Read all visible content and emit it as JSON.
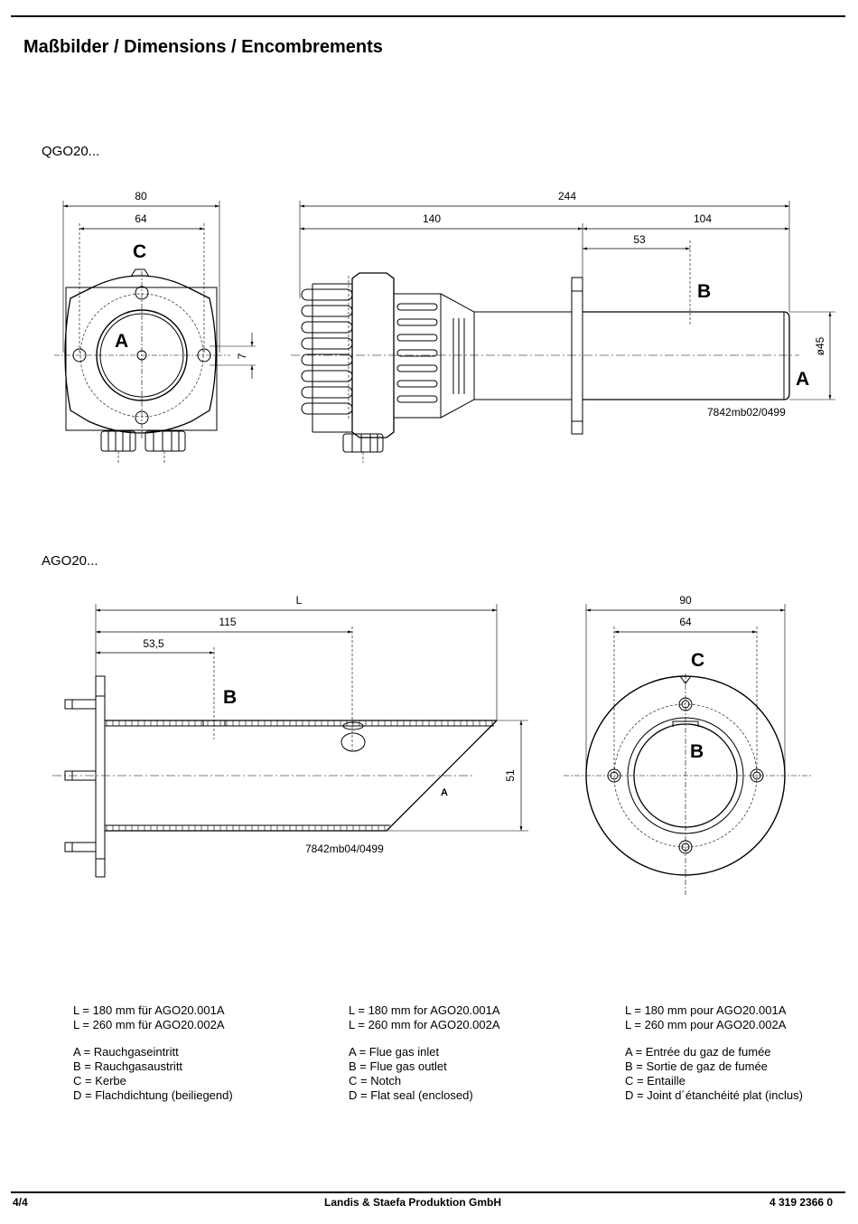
{
  "page": {
    "title": "Maßbilder / Dimensions / Encombrements"
  },
  "qgo": {
    "section_title": "QGO20...",
    "dims": {
      "w80": "80",
      "w64": "64",
      "l244": "244",
      "l140": "140",
      "l104": "104",
      "l53": "53",
      "d45": "ø45",
      "v7": "7"
    },
    "labels": {
      "c": "C",
      "a": "A",
      "b": "B",
      "a2": "A"
    },
    "drawing_no": "7842mb02/0499"
  },
  "ago": {
    "section_title": "AGO20...",
    "dims": {
      "l": "L",
      "l115": "115",
      "l53_5": "53,5",
      "h51": "51",
      "w90": "90",
      "w64": "64"
    },
    "labels": {
      "b": "B",
      "a": "A",
      "c": "C",
      "b2": "B"
    },
    "drawing_no": "7842mb04/0499"
  },
  "legend": {
    "de": {
      "l1": "L = 180 mm für AGO20.001A",
      "l2": "L = 260 mm für AGO20.002A",
      "a": "A = Rauchgaseintritt",
      "b": "B = Rauchgasaustritt",
      "c": "C = Kerbe",
      "d": "D = Flachdichtung (beiliegend)"
    },
    "en": {
      "l1": "L = 180 mm for AGO20.001A",
      "l2": "L = 260 mm for AGO20.002A",
      "a": "A = Flue gas inlet",
      "b": "B = Flue gas outlet",
      "c": "C = Notch",
      "d": "D = Flat seal (enclosed)"
    },
    "fr": {
      "l1": "L = 180 mm pour AGO20.001A",
      "l2": "L = 260 mm pour AGO20.002A",
      "a": "A = Entrée du gaz de fumée",
      "b": "B = Sortie de gaz de fumée",
      "c": "C = Entaille",
      "d": "D = Joint d´étanchéité plat (inclus)"
    }
  },
  "footer": {
    "page_no": "4/4",
    "company": "Landis & Staefa Produktion GmbH",
    "doc_no": "4 319 2366 0"
  }
}
